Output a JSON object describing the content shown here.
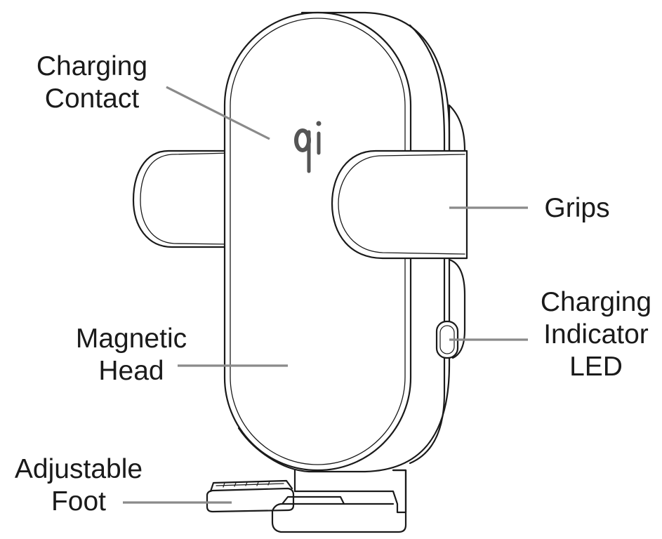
{
  "labels": {
    "charging_contact": {
      "line1": "Charging",
      "line2": "Contact"
    },
    "grips": {
      "line1": "Grips"
    },
    "charging_indicator_led": {
      "line1": "Charging",
      "line2": "Indicator",
      "line3": "LED"
    },
    "magnetic_head": {
      "line1": "Magnetic",
      "line2": "Head"
    },
    "adjustable_foot": {
      "line1": "Adjustable",
      "line2": "Foot"
    }
  },
  "logo": {
    "icon": "qi-logo-icon",
    "color": "#555555"
  },
  "colors": {
    "outline": "#1a1a1a",
    "leader": "#8a8a8a",
    "text": "#1a1a1a"
  }
}
